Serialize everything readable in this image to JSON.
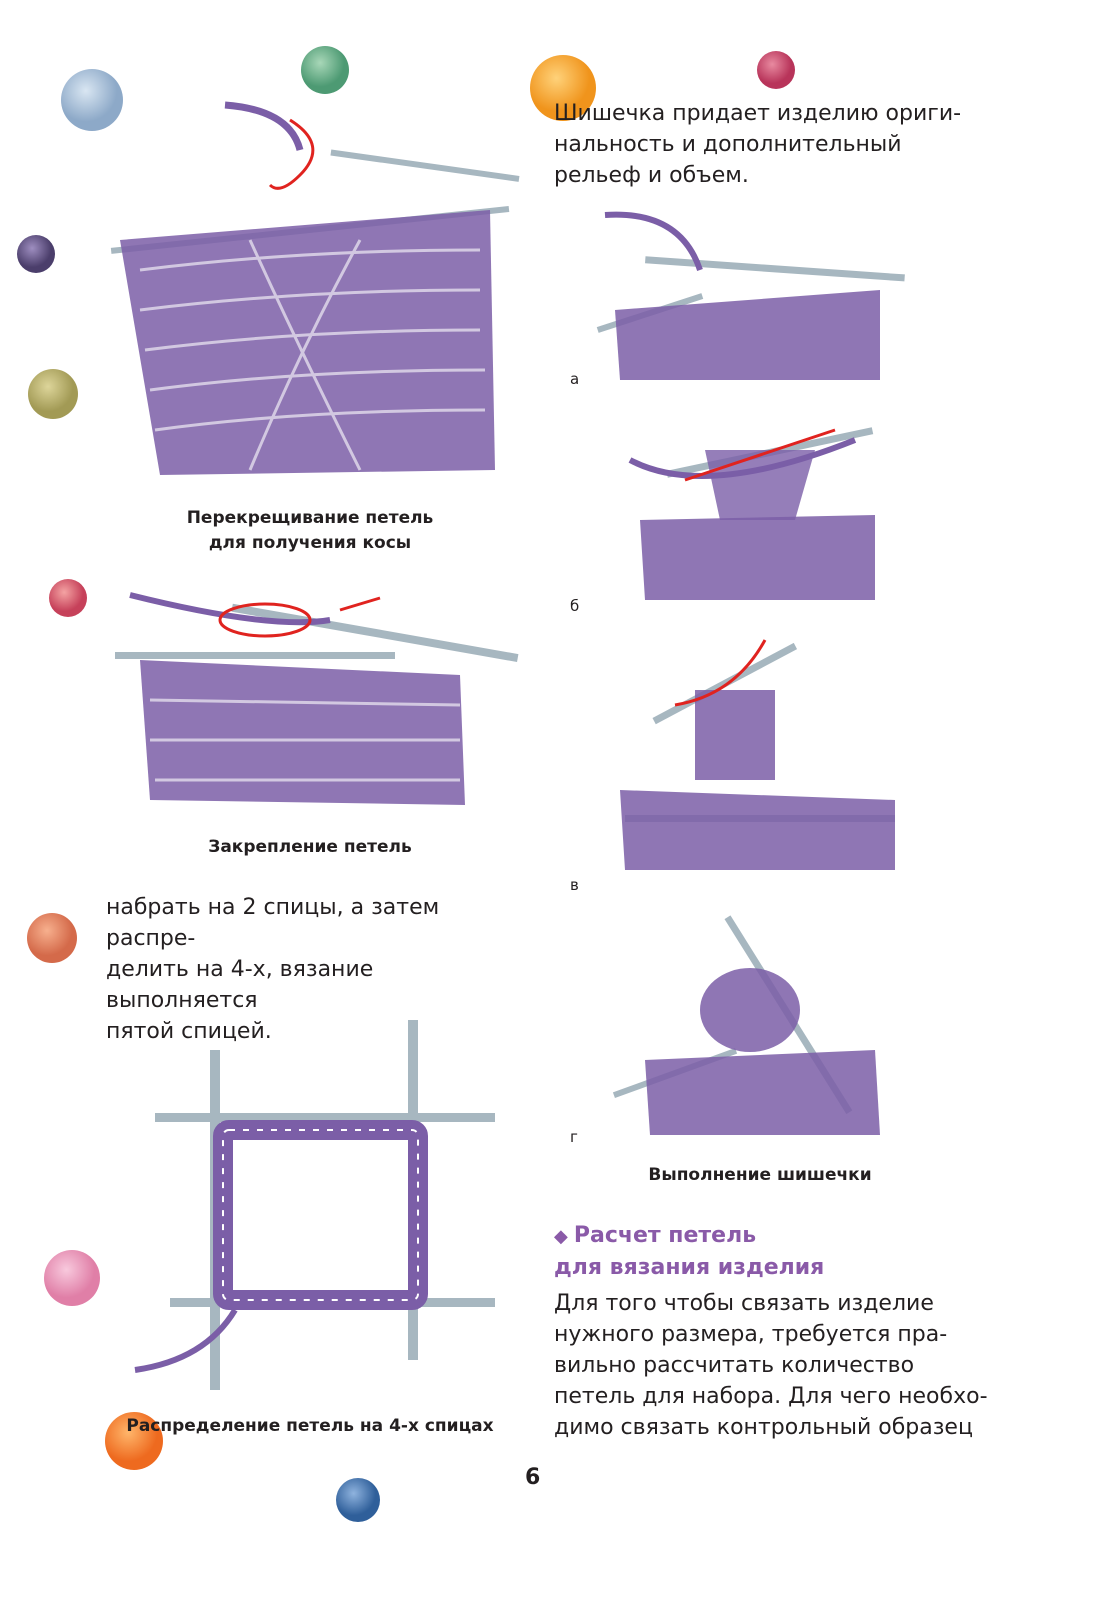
{
  "captions": {
    "cable": [
      "Перекрещивание петель",
      "для получения косы"
    ],
    "fix": "Закрепление петель",
    "four_needles": "Распределение петель на 4-х спицах",
    "bobble": "Выполнение шишечки"
  },
  "left_text": [
    "набрать на 2 спицы, а затем распре-",
    "делить на 4-х, вязание выполняется",
    "пятой спицей."
  ],
  "right_intro": [
    "Шишечка придает изделию ориги-",
    "нальность и дополнительный",
    "рельеф и объем."
  ],
  "step_labels": [
    "а",
    "б",
    "в",
    "г"
  ],
  "section": {
    "title": [
      "Расчет петель",
      "для вязания изделия"
    ],
    "body": [
      "Для того чтобы связать изделие",
      "нужного размера, требуется пра-",
      "вильно рассчитать количество",
      "петель для набора. Для чего необхо-",
      "димо связать контрольный образец"
    ]
  },
  "page_number": "6",
  "colors": {
    "yarn": "#7b5ea7",
    "needle": "#a7b7c0",
    "accent": "#8a5aa8",
    "arrow": "#e0231f"
  },
  "decor": {
    "icon": "yarn-ball-icon"
  }
}
